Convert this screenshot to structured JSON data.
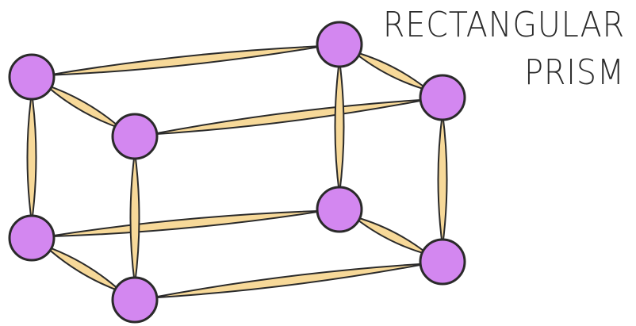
{
  "title": {
    "line1": "RECTANGULAR",
    "line2": "PRISM"
  },
  "colors": {
    "stick_fill": "#f7d999",
    "stick_outline": "#2a2a2a",
    "marshmallow_fill": "#d387f0",
    "marshmallow_outline": "#2a2a2a",
    "text": "#2b2b2b"
  },
  "model": {
    "vertex_count": 8,
    "edge_count": 12
  }
}
